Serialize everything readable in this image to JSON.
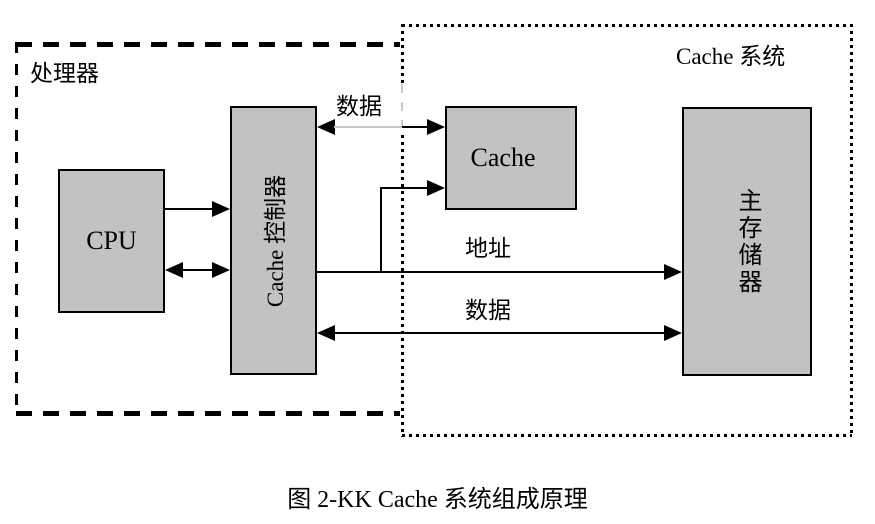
{
  "diagram": {
    "groups": {
      "processor": {
        "label": "处理器",
        "border_style": "dashed"
      },
      "cache_system": {
        "label": "Cache 系统",
        "border_style": "dotted"
      }
    },
    "blocks": {
      "cpu": {
        "label": "CPU"
      },
      "cache_controller": {
        "label": "Cache 控制器",
        "orientation": "rotated-90-ccw"
      },
      "cache": {
        "label": "Cache"
      },
      "main_memory": {
        "label": "主存储器",
        "orientation": "vertical-stacked"
      }
    },
    "bus_labels": {
      "data_top": "数据",
      "address": "地址",
      "data_bottom": "数据"
    },
    "connections": [
      {
        "from": "cpu",
        "to": "cache_controller",
        "direction": "one-way"
      },
      {
        "from": "cpu",
        "to": "cache_controller",
        "direction": "two-way"
      },
      {
        "from": "cache",
        "to": "cache_controller",
        "direction": "two-way",
        "label": "数据"
      },
      {
        "from": "address_bus_branch",
        "to": "cache",
        "direction": "one-way"
      },
      {
        "from": "cache_controller",
        "to": "main_memory",
        "direction": "one-way",
        "label": "地址"
      },
      {
        "from": "cache_controller",
        "to": "main_memory",
        "direction": "two-way",
        "label": "数据"
      }
    ],
    "colors": {
      "background": "#ffffff",
      "block_fill": "#c2c2c2",
      "block_border": "#000000",
      "line": "#000000",
      "faint_line": "#c9c9c9"
    }
  },
  "caption": "图 2-KK Cache 系统组成原理"
}
